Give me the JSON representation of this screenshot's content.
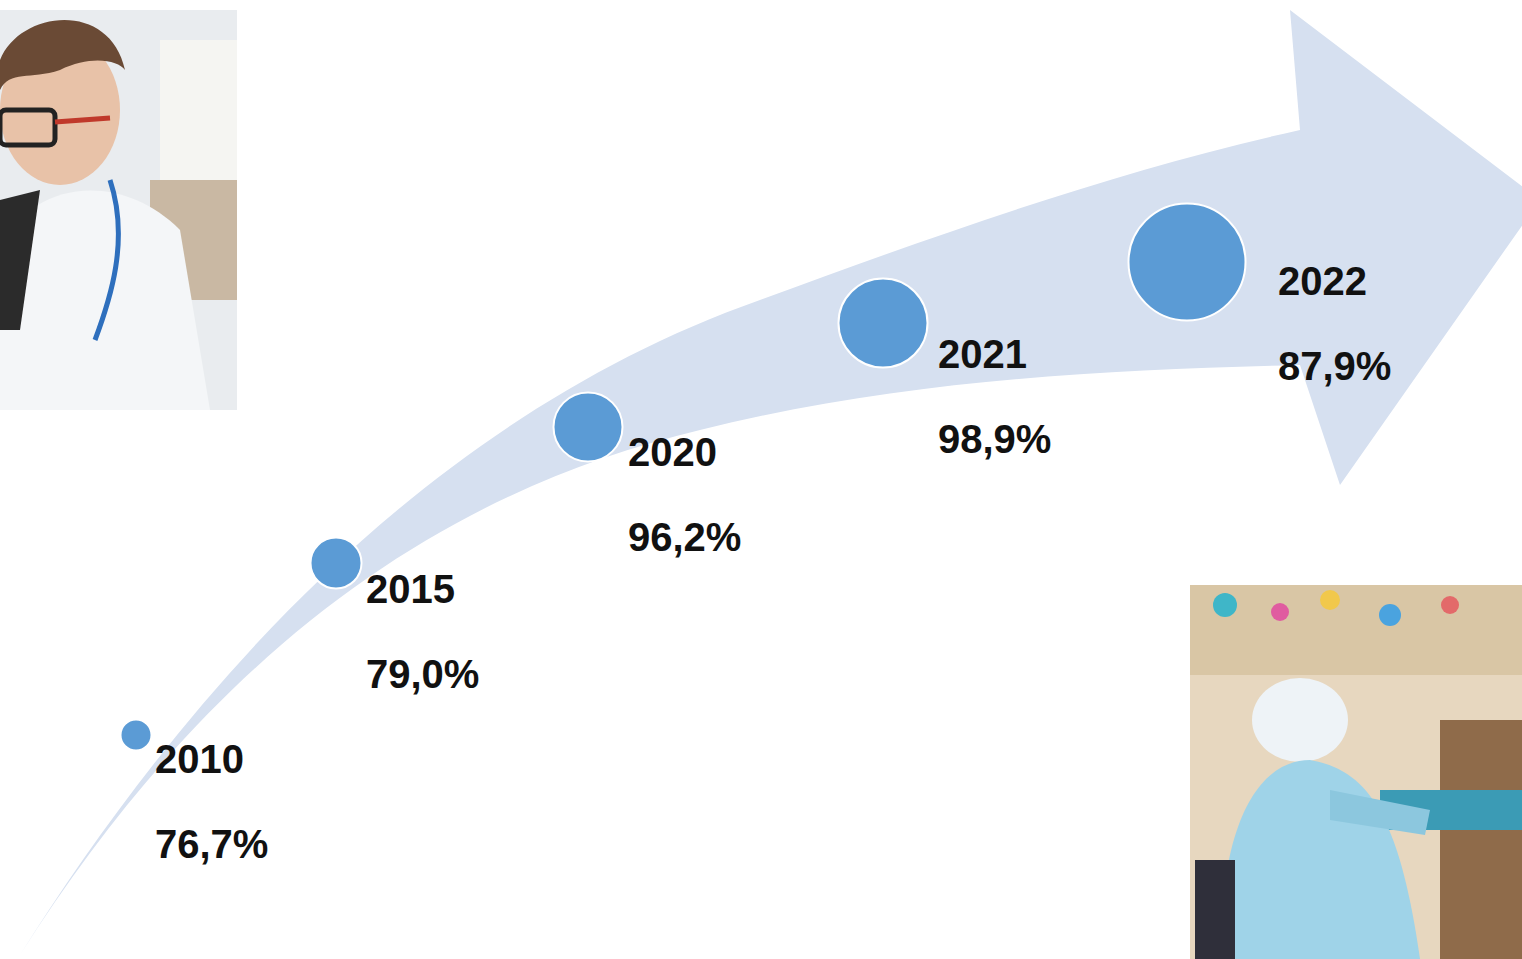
{
  "diagram": {
    "nodes": [
      {
        "text": [
          "2010",
          "76,7%"
        ]
      },
      {
        "text": [
          "2015",
          "79,0%"
        ]
      },
      {
        "text": [
          "2020",
          "96,2%"
        ]
      },
      {
        "text": [
          "2021",
          "98,9%"
        ]
      },
      {
        "text": [
          "2022",
          "87,9%"
        ]
      }
    ]
  }
}
